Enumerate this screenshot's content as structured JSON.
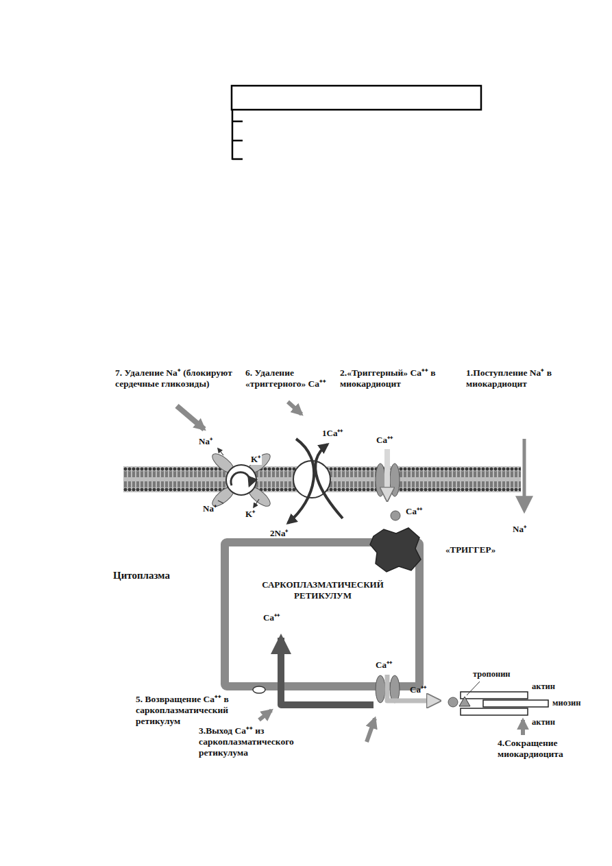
{
  "diagram": {
    "nodes": [
      {
        "text": [
          "САРКОПЛАЗМАТИЧЕСКИЙ РЕТИКУЛУМ",
          "Ca⁺⁺"
        ]
      }
    ],
    "edges": [],
    "labels": [
      "7. Удаление Na⁺ (блокируют сердечные гликозиды)",
      "6. Удаление «триггерного» Ca⁺⁺",
      "2.«Триггерный» Ca⁺⁺ в миокардиоцит",
      "1.Поступление Na⁺ в миокардиоцит",
      "Na⁺",
      "K⁺",
      "1Ca⁺⁺",
      "Ca⁺⁺",
      "Na⁺",
      "K⁺",
      "2Na⁺",
      "Ca⁺⁺",
      "«ТРИГГЕР»",
      "Na⁺",
      "Цитоплазма",
      "Ca⁺⁺",
      "Ca⁺⁺",
      "тропонин",
      "актин",
      "миозин",
      "актин",
      "5. Возвращение Ca⁺⁺ в саркоплазматический ретикулум",
      "3.Выход Ca⁺⁺ из саркоплазматического ретикулума",
      "4.Сокращение миокардиоцита"
    ]
  }
}
